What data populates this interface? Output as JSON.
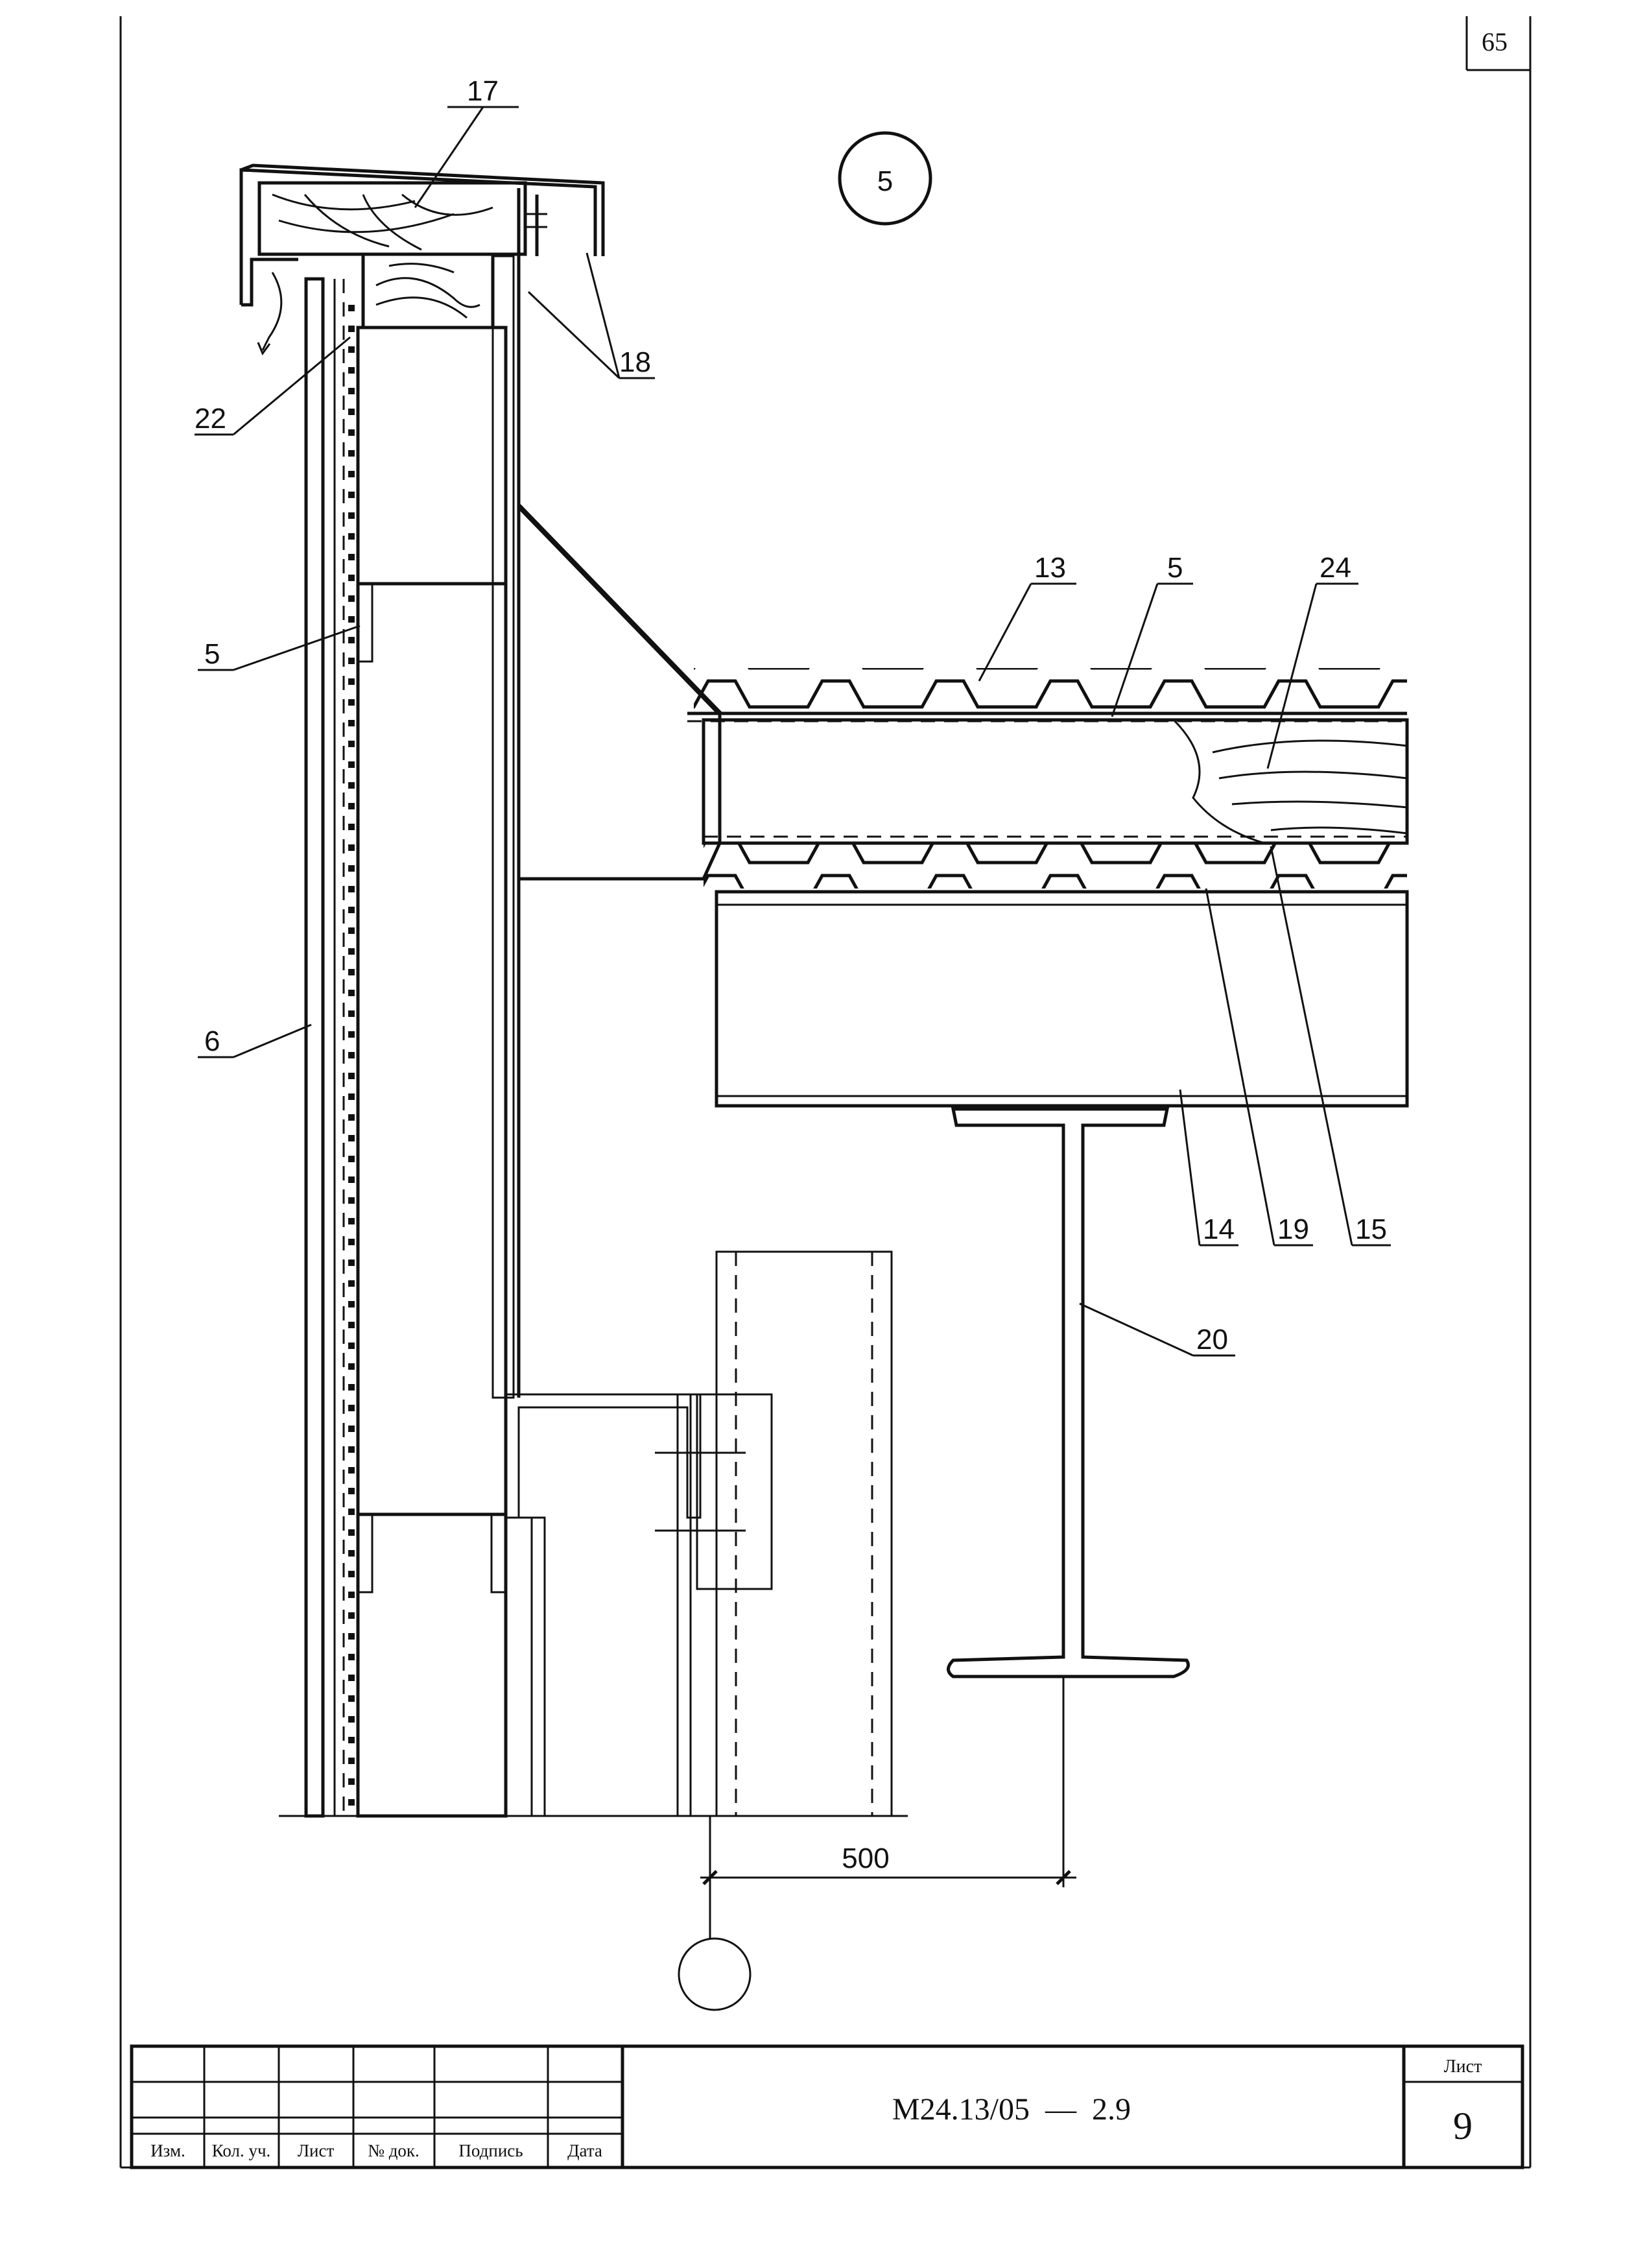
{
  "page_number": "65",
  "detail_marker": "5",
  "callouts": [
    "17",
    "18",
    "22",
    "5",
    "6",
    "13",
    "5",
    "24",
    "14",
    "19",
    "15",
    "20"
  ],
  "dimension": "500",
  "title_block": {
    "headers": [
      "Изм.",
      "Кол. уч.",
      "Лист",
      "№ док.",
      "Подпись",
      "Дата"
    ],
    "designation": "М24.13/05  —  2.9",
    "sheet_label": "Лист",
    "sheet_number": "9"
  }
}
